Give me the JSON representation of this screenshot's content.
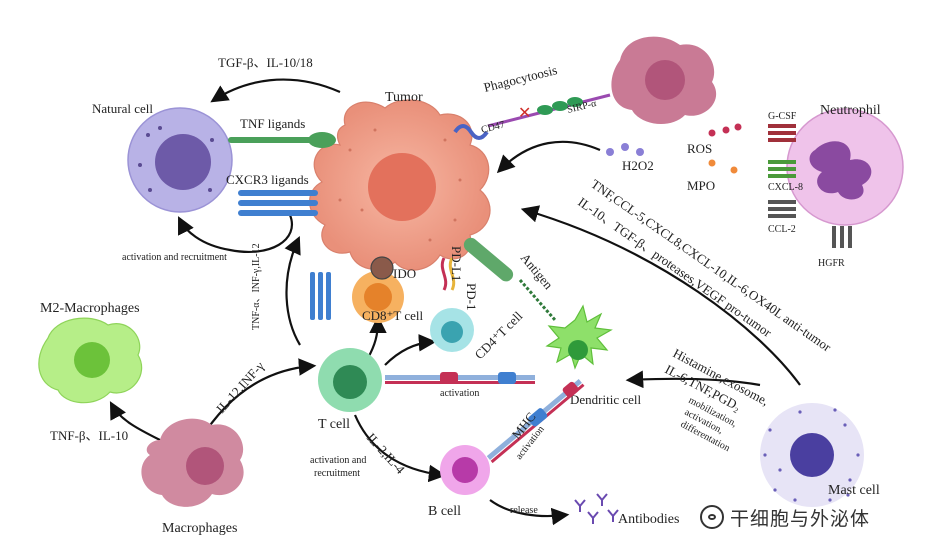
{
  "cells": {
    "tumor": "Tumor",
    "natural": "Natural cell",
    "neutrophil": "Neutrophil",
    "m2": "M2-Macrophages",
    "macrophages": "Macrophages",
    "tcell": "T cell",
    "cd8": "CD8⁺T cell",
    "cd4": "CD4⁺T cell",
    "dendritic": "Dendritic cell",
    "bcell": "B cell",
    "mast": "Mast cell",
    "antibodies": "Antibodies"
  },
  "labels": {
    "tgf_il10_18": "TGF-β、IL-10/18",
    "tnf_ligands": "TNF ligands",
    "cxcr3": "CXCR3 ligands",
    "activation_recruitment": "activation and recruitment",
    "phagocytosis": "Phagocytoosis",
    "cd47": "CD47",
    "sirp": "SIRP-α",
    "h2o2": "H2O2",
    "ros": "ROS",
    "mpo": "MPO",
    "gcsf": "G-CSF",
    "cxcl8": "CXCL-8",
    "ccl2": "CCL-2",
    "hgfr": "HGFR",
    "ido": "IDO",
    "pdl1": "PD-L1",
    "pd1": "PD-1",
    "antigen": "Antigen",
    "tnf_infy_il12": "TNF-α、INF-γ,IL-12",
    "il12_infy": "IL-12,INF-γ",
    "tnf_il10": "TNF-β、IL-10",
    "activation": "activation",
    "il2_il4": "IL-2,IL-4",
    "activation_and": "activation and",
    "recruitment": "recruitment",
    "mhc": "MHC",
    "activation2": "activation",
    "release": "release",
    "neutro_line1": "TNF,CCL-5,CXCL8,CXCL-10,IL-6,OX40L anti-tumor",
    "neutro_line2": "IL-10、TGF-β、proteases,VEGF pro-tumor",
    "mast_line1": "Histamine,exosome,",
    "mast_line2": "IL-6,TNF,PGD₂",
    "mast_small1": "mobilization,",
    "mast_small2": "activation,",
    "mast_small3": "differentation"
  },
  "watermark": "干细胞与外泌体",
  "colors": {
    "tumor": "#f0a08a",
    "natural": "#8f84cf",
    "neutrophil": "#e7a9de",
    "m2": "#9fe05a",
    "macrophage": "#c96b8a",
    "tcell": "#6dcf9a",
    "cd8": "#f29a3a",
    "cd4": "#7fd6db",
    "dendritic": "#8ee06a",
    "bcell": "#e27ad8",
    "mast": "#6a5fb8"
  }
}
